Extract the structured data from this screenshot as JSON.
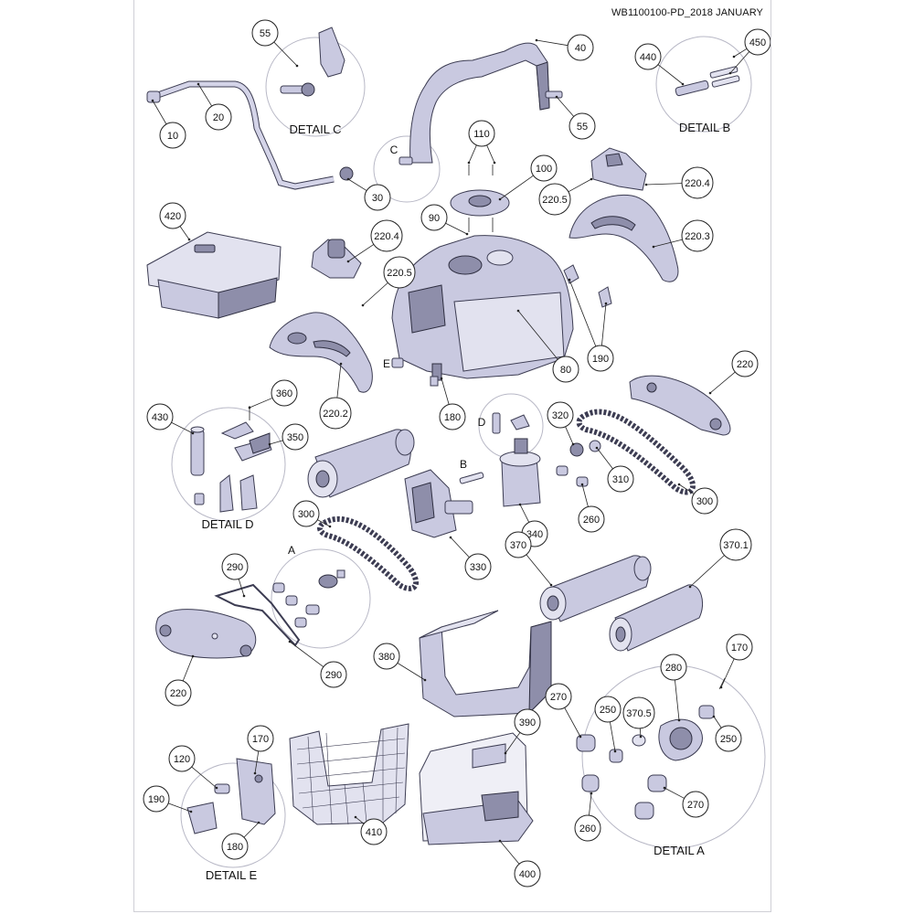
{
  "document": {
    "title": "WB1100100-PD_2018 JANUARY"
  },
  "detail_labels": [
    {
      "id": "detail-c",
      "text": "DETAIL C"
    },
    {
      "id": "detail-b",
      "text": "DETAIL B"
    },
    {
      "id": "detail-d",
      "text": "DETAIL D"
    },
    {
      "id": "detail-e",
      "text": "DETAIL E"
    },
    {
      "id": "detail-a",
      "text": "DETAIL A"
    }
  ],
  "letter_markers": [
    "C",
    "E",
    "D",
    "B",
    "A"
  ],
  "callouts": [
    "55",
    "40",
    "440",
    "450",
    "10",
    "20",
    "55",
    "110",
    "100",
    "30",
    "220.5",
    "220.4",
    "420",
    "90",
    "220.4",
    "220.3",
    "220.5",
    "80",
    "190",
    "180",
    "220.2",
    "360",
    "430",
    "350",
    "320",
    "310",
    "220",
    "300",
    "260",
    "340",
    "300",
    "330",
    "370",
    "370.1",
    "290",
    "290",
    "220",
    "380",
    "170",
    "270",
    "250",
    "370.5",
    "280",
    "250",
    "390",
    "170",
    "120",
    "190",
    "180",
    "410",
    "260",
    "270",
    "400"
  ],
  "colors": {
    "part_fill": "#c9c9e0",
    "part_shade": "#8e8eaa",
    "part_outline": "#3c3c52",
    "leader_line": "#222222",
    "bubble_fill": "#ffffff"
  }
}
